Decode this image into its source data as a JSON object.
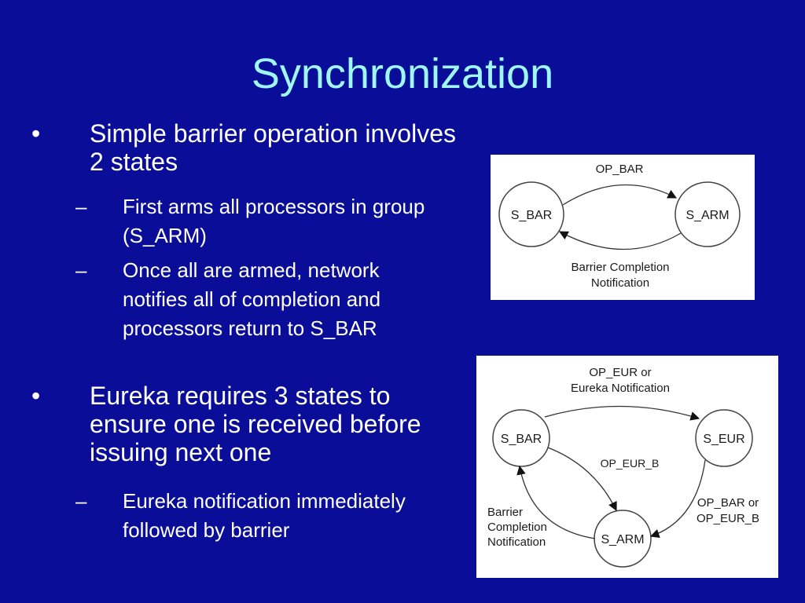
{
  "slide": {
    "title": "Synchronization",
    "bullets": [
      {
        "marker": "•",
        "text": "Simple barrier operation involves 2 states",
        "sub": [
          {
            "marker": "–",
            "text": "First arms all processors in group (S_ARM)"
          },
          {
            "marker": "–",
            "text": "Once all are armed, network notifies all of completion and processors return to S_BAR"
          }
        ]
      },
      {
        "marker": "•",
        "text": "Eureka requires 3 states to ensure one is received before issuing next one",
        "sub": [
          {
            "marker": "–",
            "text": "Eureka notification immediately followed by barrier"
          }
        ]
      }
    ]
  },
  "diagram1": {
    "states": [
      "S_BAR",
      "S_ARM"
    ],
    "top_label": "OP_BAR",
    "bottom_label_1": "Barrier Completion",
    "bottom_label_2": "Notification"
  },
  "diagram2": {
    "states": [
      "S_BAR",
      "S_EUR",
      "S_ARM"
    ],
    "top_label_1": "OP_EUR or",
    "top_label_2": "Eureka Notification",
    "middle_label": "OP_EUR_B",
    "right_label_1": "OP_BAR or",
    "right_label_2": "OP_EUR_B",
    "left_label_1": "Barrier",
    "left_label_2": "Completion",
    "left_label_3": "Notification"
  }
}
